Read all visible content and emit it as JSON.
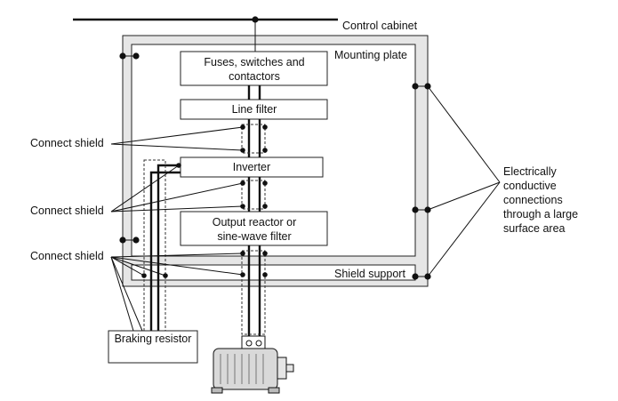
{
  "labels": {
    "control_cabinet": "Control cabinet",
    "mounting_plate": "Mounting plate",
    "shield_support": "Shield support",
    "connect_shield_1": "Connect shield",
    "connect_shield_2": "Connect shield",
    "connect_shield_3": "Connect shield",
    "electrically": [
      "Electrically",
      "conductive",
      "connections",
      "through a large",
      "surface area"
    ]
  },
  "components": {
    "fuses": [
      "Fuses, switches and",
      "contactors"
    ],
    "line_filter": "Line filter",
    "inverter": "Inverter",
    "output_reactor": [
      "Output reactor or",
      "sine-wave filter"
    ],
    "braking_resistor": "Braking resistor"
  }
}
